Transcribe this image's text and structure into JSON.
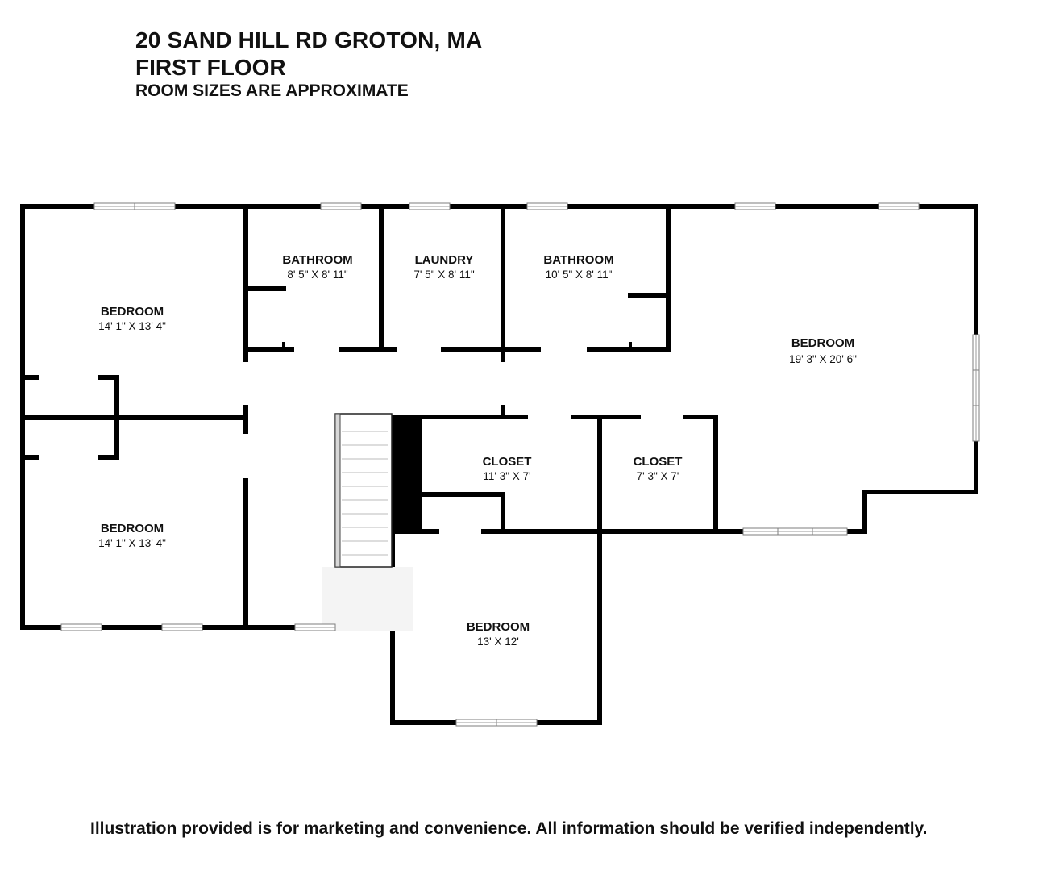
{
  "header": {
    "address": "20 SAND HILL RD GROTON, MA",
    "floor": "FIRST FLOOR",
    "note": "ROOM SIZES ARE APPROXIMATE"
  },
  "rooms": [
    {
      "name": "BEDROOM",
      "dims": "14' 1\" X 13' 4\""
    },
    {
      "name": "BATHROOM",
      "dims": "8' 5\" X 8' 11\""
    },
    {
      "name": "LAUNDRY",
      "dims": "7' 5\" X 8' 11\""
    },
    {
      "name": "BATHROOM",
      "dims": "10' 5\" X 8' 11\""
    },
    {
      "name": "BEDROOM",
      "dims": "19' 3\" X 20' 6\""
    },
    {
      "name": "CLOSET",
      "dims": "11' 3\" X 7'"
    },
    {
      "name": "CLOSET",
      "dims": "7' 3\" X 7'"
    },
    {
      "name": "BEDROOM",
      "dims": "14' 1\" X 13' 4\""
    },
    {
      "name": "BEDROOM",
      "dims": "13' X 12'"
    }
  ],
  "disclaimer": "Illustration provided is for marketing and convenience. All information should be verified independently.",
  "colors": {
    "wall": "#000000",
    "window": "#ffffff",
    "background": "#ffffff"
  }
}
